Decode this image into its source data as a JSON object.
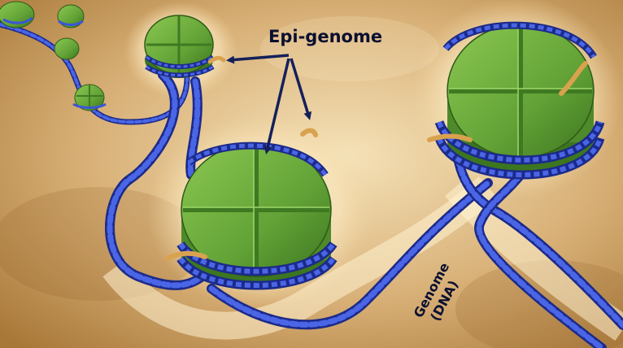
{
  "labels": {
    "epigenome": "Epi-genome",
    "genome_line1": "Genome",
    "genome_line2": "(DNA)"
  },
  "colors": {
    "background_light": "#f3dcae",
    "background_dark": "#a87838",
    "histone_green": "#6aaa3c",
    "histone_dark": "#3f7a22",
    "dna_blue": "#3a55d8",
    "dna_dark": "#1c2a8a",
    "tail_orange": "#d9a24e",
    "arrow_navy": "#14205a"
  },
  "nucleosomes": [
    {
      "name": "top-center-nucleosome",
      "has_tail": true
    },
    {
      "name": "center-nucleosome",
      "has_tail": true
    },
    {
      "name": "right-nucleosome",
      "has_tail": true
    },
    {
      "name": "small-left-nucleosome",
      "has_tail": false
    }
  ]
}
